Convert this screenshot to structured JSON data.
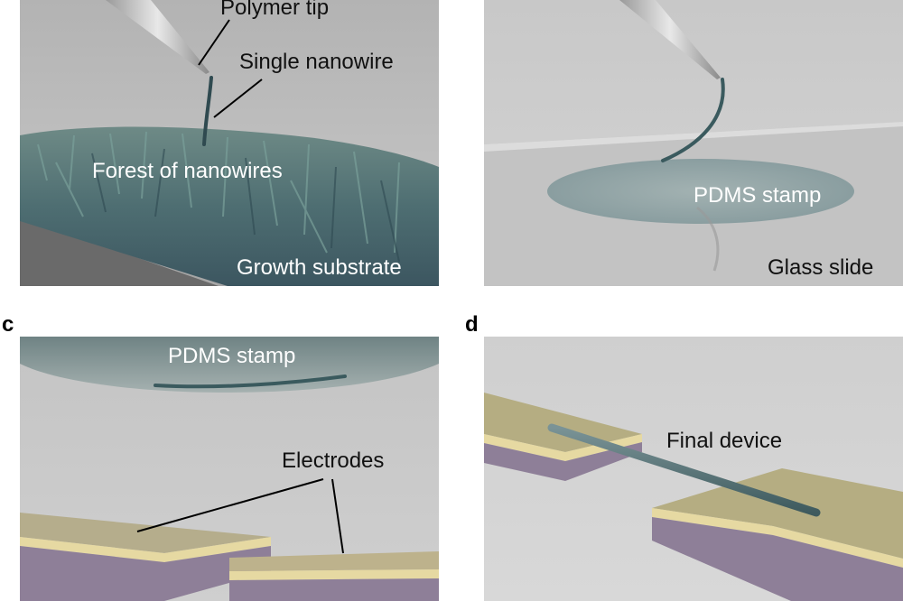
{
  "panels": {
    "a": {
      "letter": "",
      "labels": {
        "polymer_tip": "Polymer tip",
        "single_nanowire": "Single nanowire",
        "forest": "Forest of nanowires",
        "substrate": "Growth substrate"
      }
    },
    "b": {
      "letter": "",
      "labels": {
        "stamp": "PDMS stamp",
        "slide": "Glass slide"
      }
    },
    "c": {
      "letter": "c",
      "labels": {
        "stamp": "PDMS stamp",
        "electrodes": "Electrodes"
      }
    },
    "d": {
      "letter": "d",
      "labels": {
        "final": "Final device"
      }
    }
  },
  "colors": {
    "background_gray": "#b8b8b8",
    "nanowire": "#4a6a6e",
    "electrode_top": "#b9ad82",
    "electrode_gold_edge": "#e6d9a2",
    "electrode_side": "#8e7f98"
  }
}
